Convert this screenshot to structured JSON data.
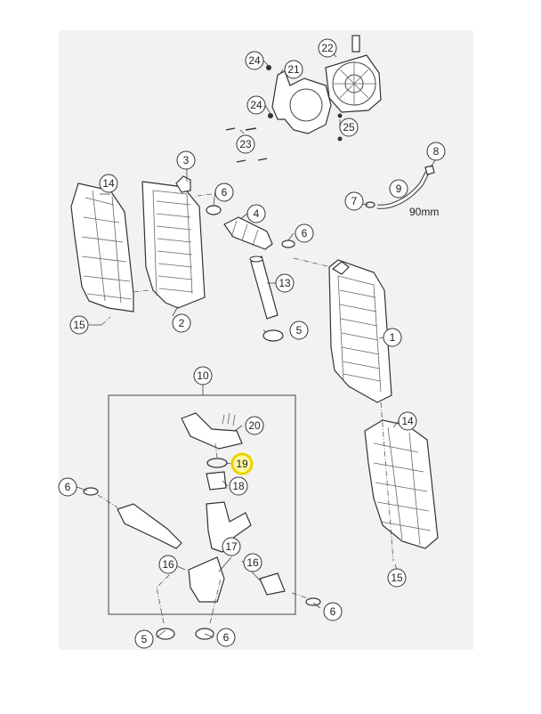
{
  "callouts": {
    "c1": "1",
    "c2": "2",
    "c3": "3",
    "c4": "4",
    "c5a": "5",
    "c5b": "5",
    "c6a": "6",
    "c6b": "6",
    "c6c": "6",
    "c6d": "6",
    "c6e": "6",
    "c7": "7",
    "c8": "8",
    "c9": "9",
    "c10": "10",
    "c13": "13",
    "c14a": "14",
    "c14b": "14",
    "c15a": "15",
    "c15b": "15",
    "c16a": "16",
    "c16b": "16",
    "c17": "17",
    "c18": "18",
    "c19": "19",
    "c20": "20",
    "c21": "21",
    "c22": "22",
    "c23": "23",
    "c24a": "24",
    "c24b": "24",
    "c25": "25"
  },
  "hose_length_label": "90mm",
  "highlight_color": "#e9d400"
}
